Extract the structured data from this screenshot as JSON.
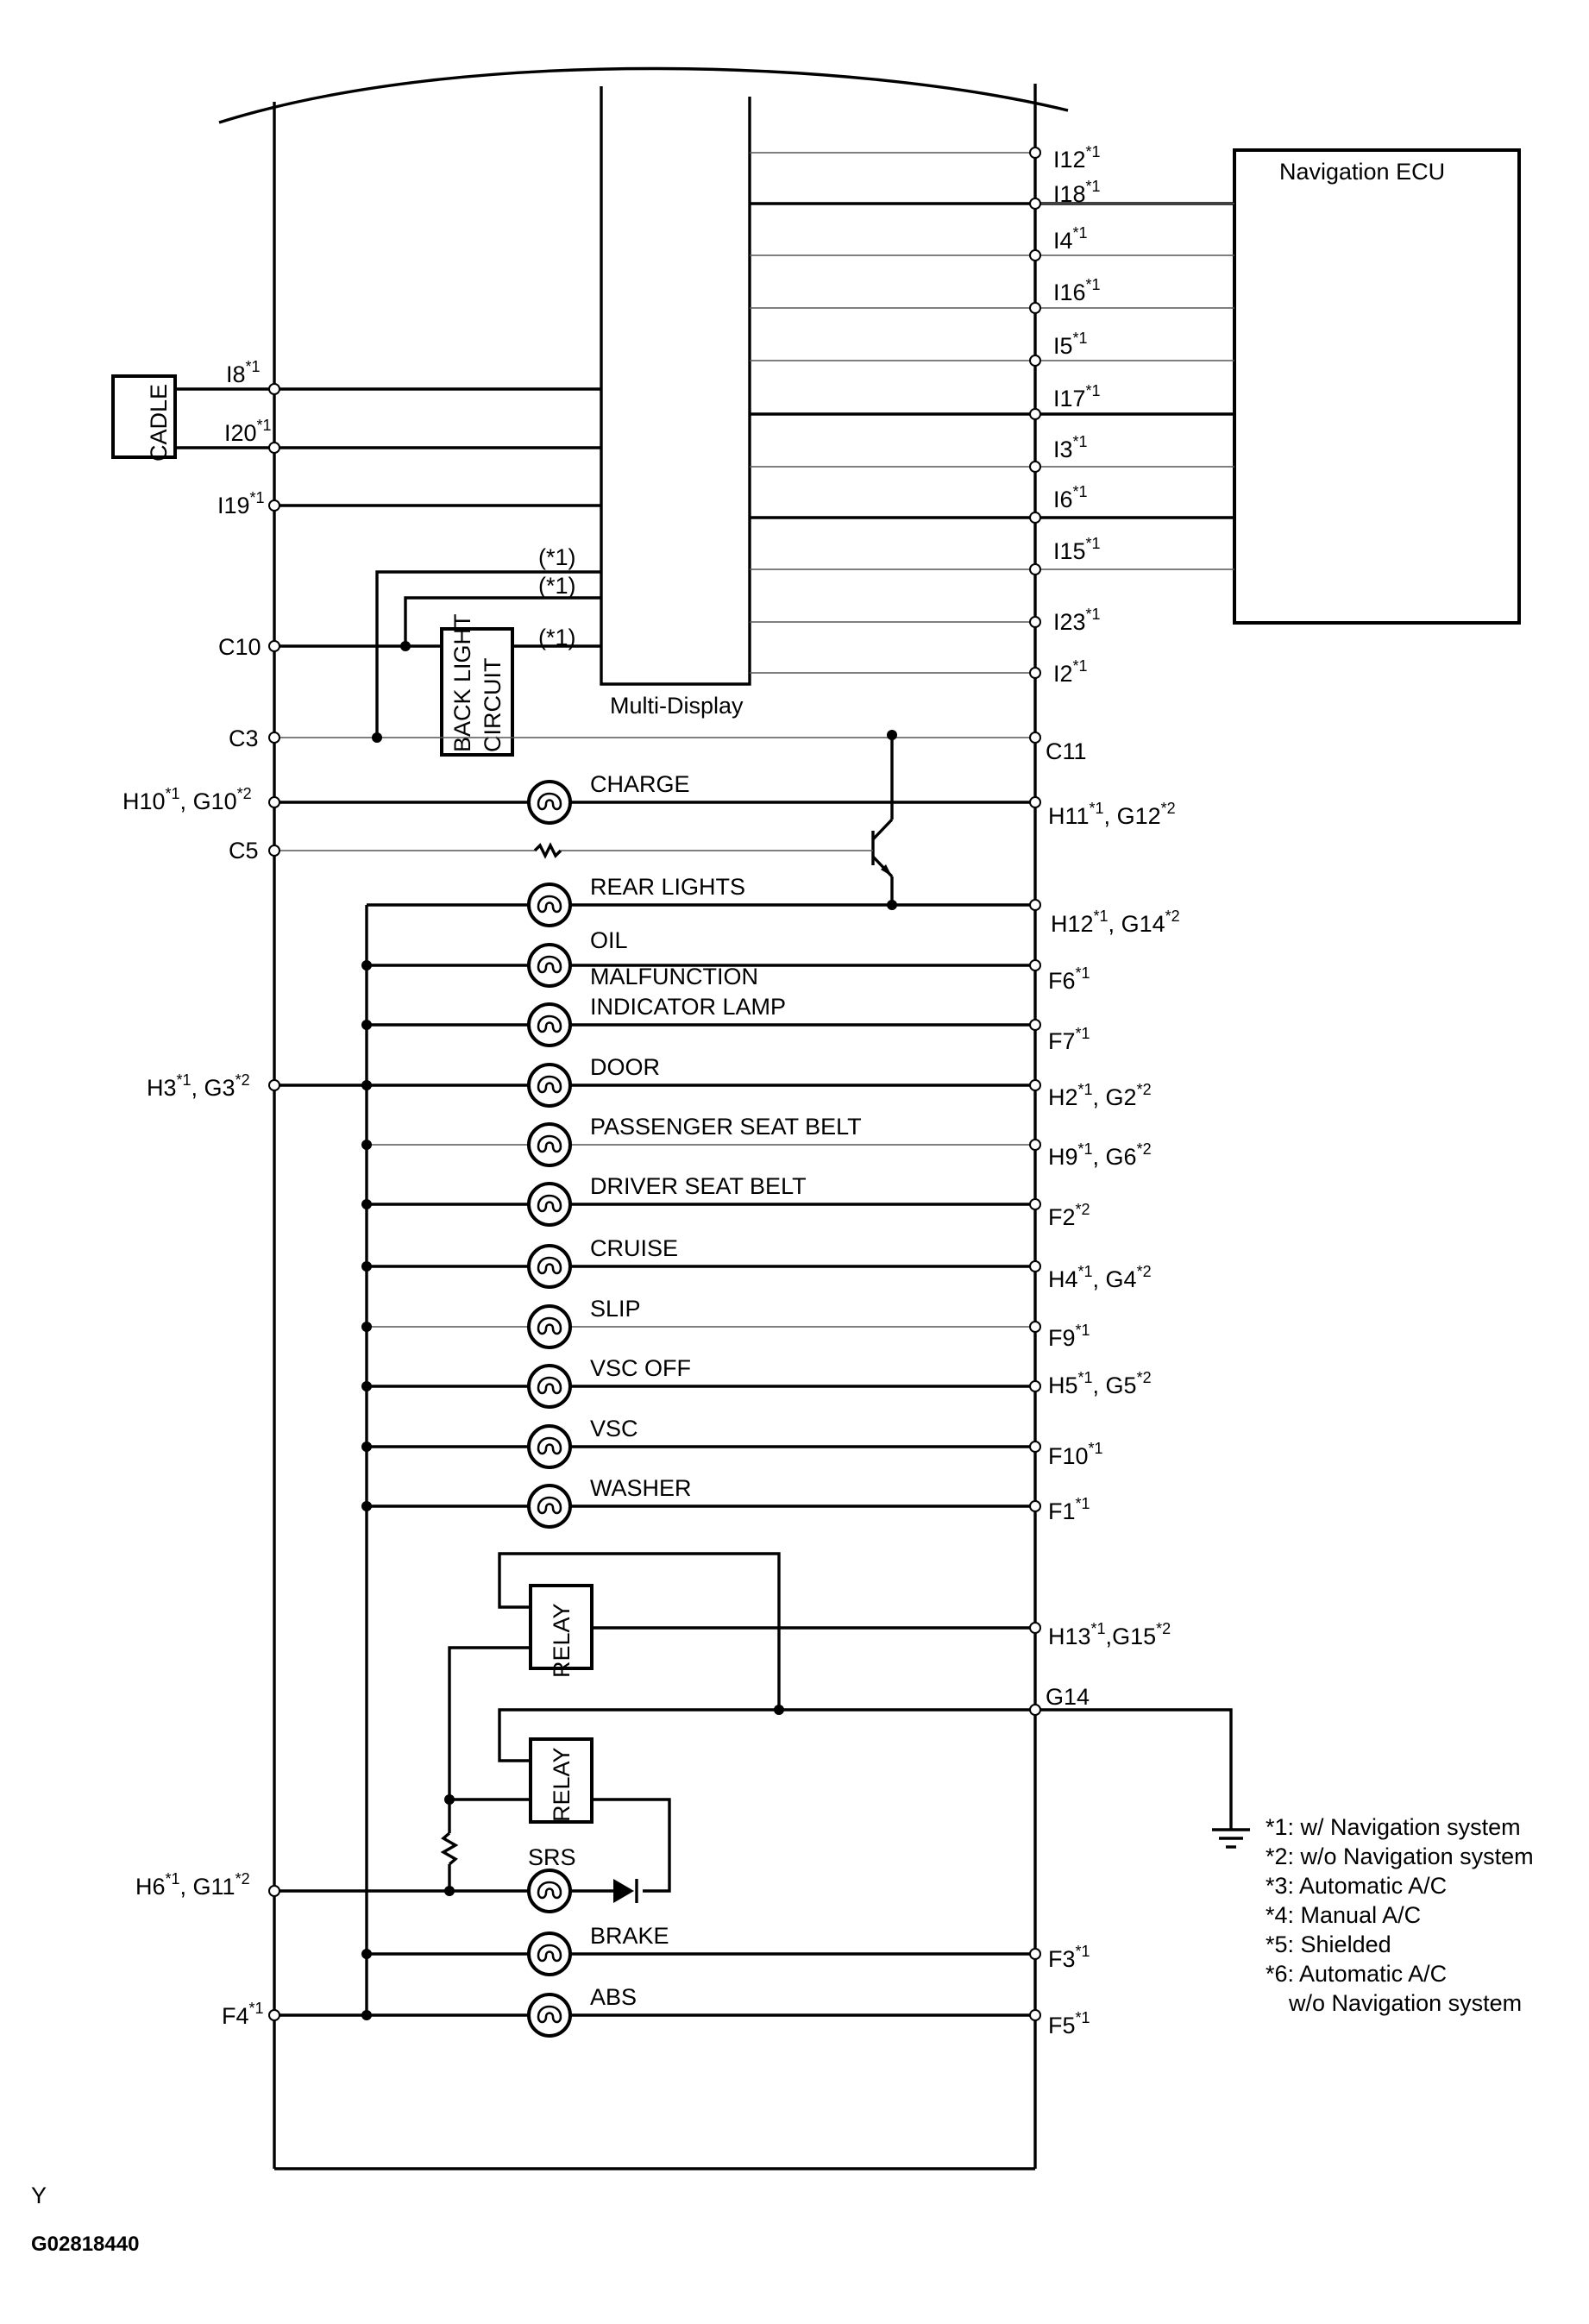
{
  "ecu": {
    "label": "Navigation ECU"
  },
  "multi_display": {
    "label": "Multi-Display"
  },
  "components": {
    "cadle": "CADLE",
    "back_light_1": "BACK LIGHT",
    "back_light_2": "CIRCUIT",
    "relay": "RELAY",
    "star1": "(*1)"
  },
  "terminals": {
    "i12": "I12",
    "i18": "I18",
    "i4": "I4",
    "i16": "I16",
    "i5": "I5",
    "i17": "I17",
    "i3": "I3",
    "i6": "I6",
    "i15": "I15",
    "i23": "I23",
    "i2": "I2",
    "i8": "I8",
    "i20": "I20",
    "i19": "I19",
    "c10": "C10",
    "c3": "C3",
    "c5": "C5",
    "c11": "C11",
    "g14": "G14",
    "h10": "H10",
    "g10": "G10",
    "h11": "H11",
    "g12": "G12",
    "h12": "H12",
    "g14b": "G14",
    "f6": "F6",
    "f7": "F7",
    "h3": "H3",
    "g3": "G3",
    "h2": "H2",
    "g2": "G2",
    "h9": "H9",
    "g6": "G6",
    "f2": "F2",
    "h4": "H4",
    "g4": "G4",
    "f9": "F9",
    "h5": "H5",
    "g5": "G5",
    "f10": "F10",
    "f1": "F1",
    "h13": "H13",
    "g15": "G15",
    "h6": "H6",
    "g11": "G11",
    "f3": "F3",
    "f4": "F4",
    "f5": "F5",
    "sup1": "*1",
    "sup2": "*2",
    "sep": ", ",
    "sep2": ","
  },
  "lamps": {
    "charge": "CHARGE",
    "rear_lights": "REAR LIGHTS",
    "oil": "OIL",
    "malfunction": "MALFUNCTION",
    "indicator_lamp": "INDICATOR LAMP",
    "door": "DOOR",
    "passenger_seat_belt": "PASSENGER SEAT BELT",
    "driver_seat_belt": "DRIVER SEAT BELT",
    "cruise": "CRUISE",
    "slip": "SLIP",
    "vsc_off": "VSC OFF",
    "vsc": "VSC",
    "washer": "WASHER",
    "srs": "SRS",
    "brake": "BRAKE",
    "abs": "ABS"
  },
  "notes": [
    "*1: w/ Navigation system",
    "*2: w/o Navigation system",
    "*3: Automatic A/C",
    "*4: Manual A/C",
    "*5: Shielded",
    "*6: Automatic A/C",
    "w/o Navigation system"
  ],
  "footer": {
    "letter": "Y",
    "code": "G02818440"
  }
}
